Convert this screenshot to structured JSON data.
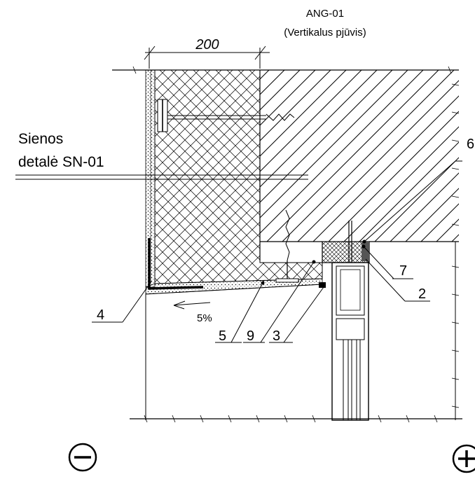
{
  "title": {
    "code": "ANG-01",
    "subtitle": "(Vertikalus pjūvis)"
  },
  "dimension": {
    "value": "200"
  },
  "wall_reference": {
    "line1": "Sienos",
    "line2": "detalė SN-01"
  },
  "slope_label": "5%",
  "callouts": [
    "6",
    "7",
    "2",
    "4",
    "5",
    "9",
    "3"
  ],
  "sides": {
    "exterior_symbol": "minus-sign",
    "interior_symbol": "plus-sign"
  }
}
